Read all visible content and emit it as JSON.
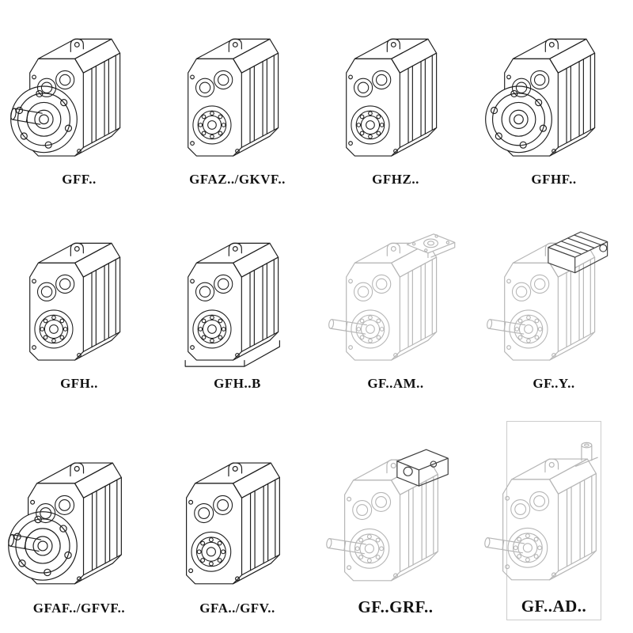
{
  "page": {
    "background": "#ffffff",
    "kind": "gear-unit-catalog-figure-sheet"
  },
  "colors": {
    "ink": "#1f1f1f",
    "light": "#b6b6b6",
    "dark_accessory": "#3f3f3f",
    "label": "#111111",
    "frame": "#cccccc"
  },
  "figures": [
    {
      "label": "GFF..",
      "drawing": "flange-mounted-gearbox-with-output-shaft"
    },
    {
      "label": "GFAZ../GKVF..",
      "drawing": "hollow-shaft-gearbox"
    },
    {
      "label": "GFHZ..",
      "drawing": "hollow-shaft-gearbox"
    },
    {
      "label": "GFHF..",
      "drawing": "flange-mounted-hollow-shaft-gearbox"
    },
    {
      "label": "GFH..",
      "drawing": "hollow-shaft-gearbox"
    },
    {
      "label": "GFH..B",
      "drawing": "foot-mounted-hollow-shaft-gearbox"
    },
    {
      "label": "GF..AM..",
      "drawing": "gearbox-with-iec-motor-adapter-flange"
    },
    {
      "label": "GF..Y..",
      "drawing": "gearbox-with-mounted-motor"
    },
    {
      "label": "GFAF../GFVF..",
      "drawing": "flange-mounted-gearbox-with-output-shaft"
    },
    {
      "label": "GFA../GFV..",
      "drawing": "hollow-shaft-gearbox"
    },
    {
      "label": "GF..GRF..",
      "drawing": "gearbox-with-adapter-unit"
    },
    {
      "label": "GF..AD..",
      "drawing": "gearbox-with-input-shaft-assembly"
    }
  ]
}
